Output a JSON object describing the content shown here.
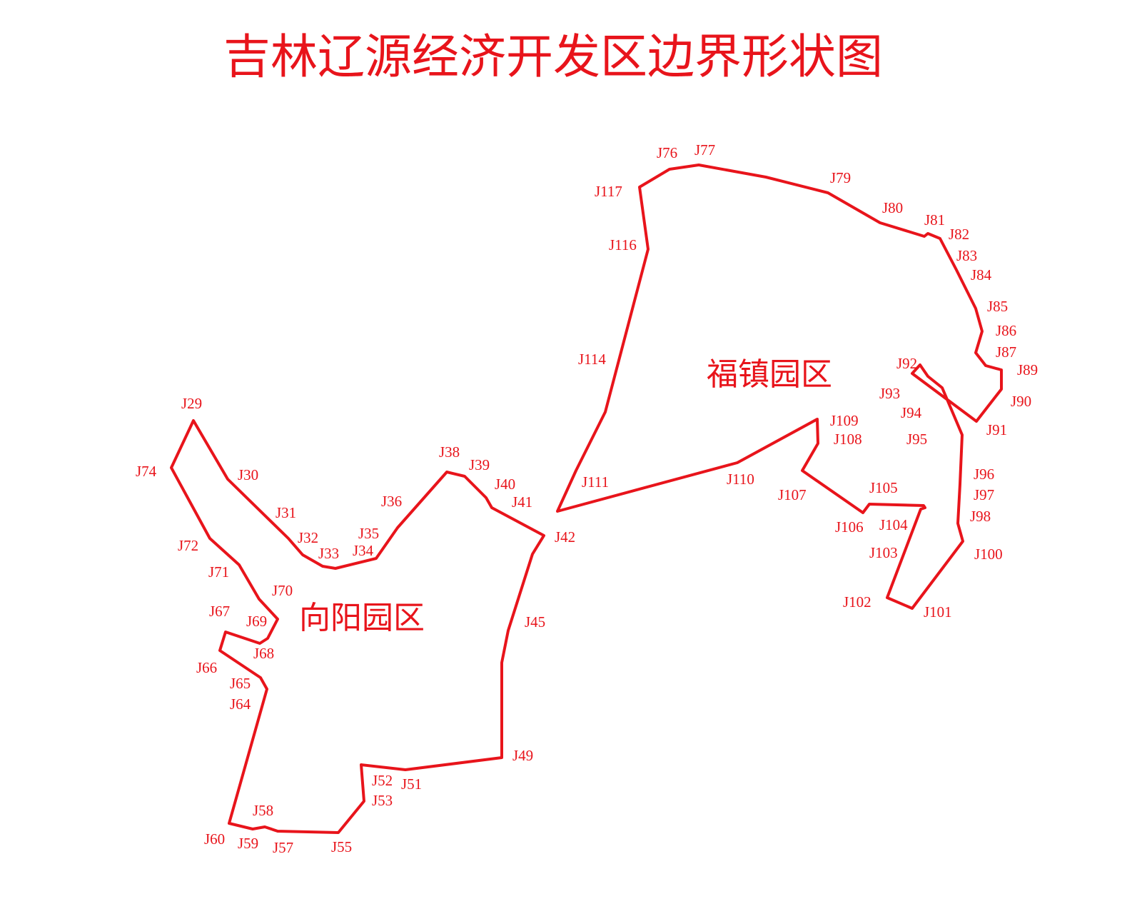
{
  "title": "吉林辽源经济开发区边界形状图",
  "colors": {
    "boundary": "#e8141b",
    "text": "#e8141b",
    "background": "#ffffff"
  },
  "zones": [
    {
      "name": "向阳园区",
      "points": [
        "J29",
        "J30",
        "J31",
        "J32",
        "J33",
        "J34",
        "J35",
        "J36",
        "J38",
        "J39",
        "J40",
        "J41",
        "J42",
        "J45",
        "J49",
        "J51",
        "J52",
        "J53",
        "J55",
        "J57",
        "J58",
        "J59",
        "J60",
        "J64",
        "J65",
        "J66",
        "J67",
        "J68",
        "J69",
        "J70",
        "J71",
        "J72",
        "J74"
      ]
    },
    {
      "name": "福镇园区",
      "points": [
        "J76",
        "J77",
        "J79",
        "J80",
        "J81",
        "J82",
        "J83",
        "J84",
        "J85",
        "J86",
        "J87",
        "J89",
        "J90",
        "J91",
        "J92",
        "J93",
        "J94",
        "J95",
        "J96",
        "J97",
        "J98",
        "J100",
        "J101",
        "J102",
        "J103",
        "J104",
        "J105",
        "J106",
        "J107",
        "J108",
        "J109",
        "J110",
        "J111",
        "J114",
        "J116",
        "J117"
      ]
    }
  ]
}
